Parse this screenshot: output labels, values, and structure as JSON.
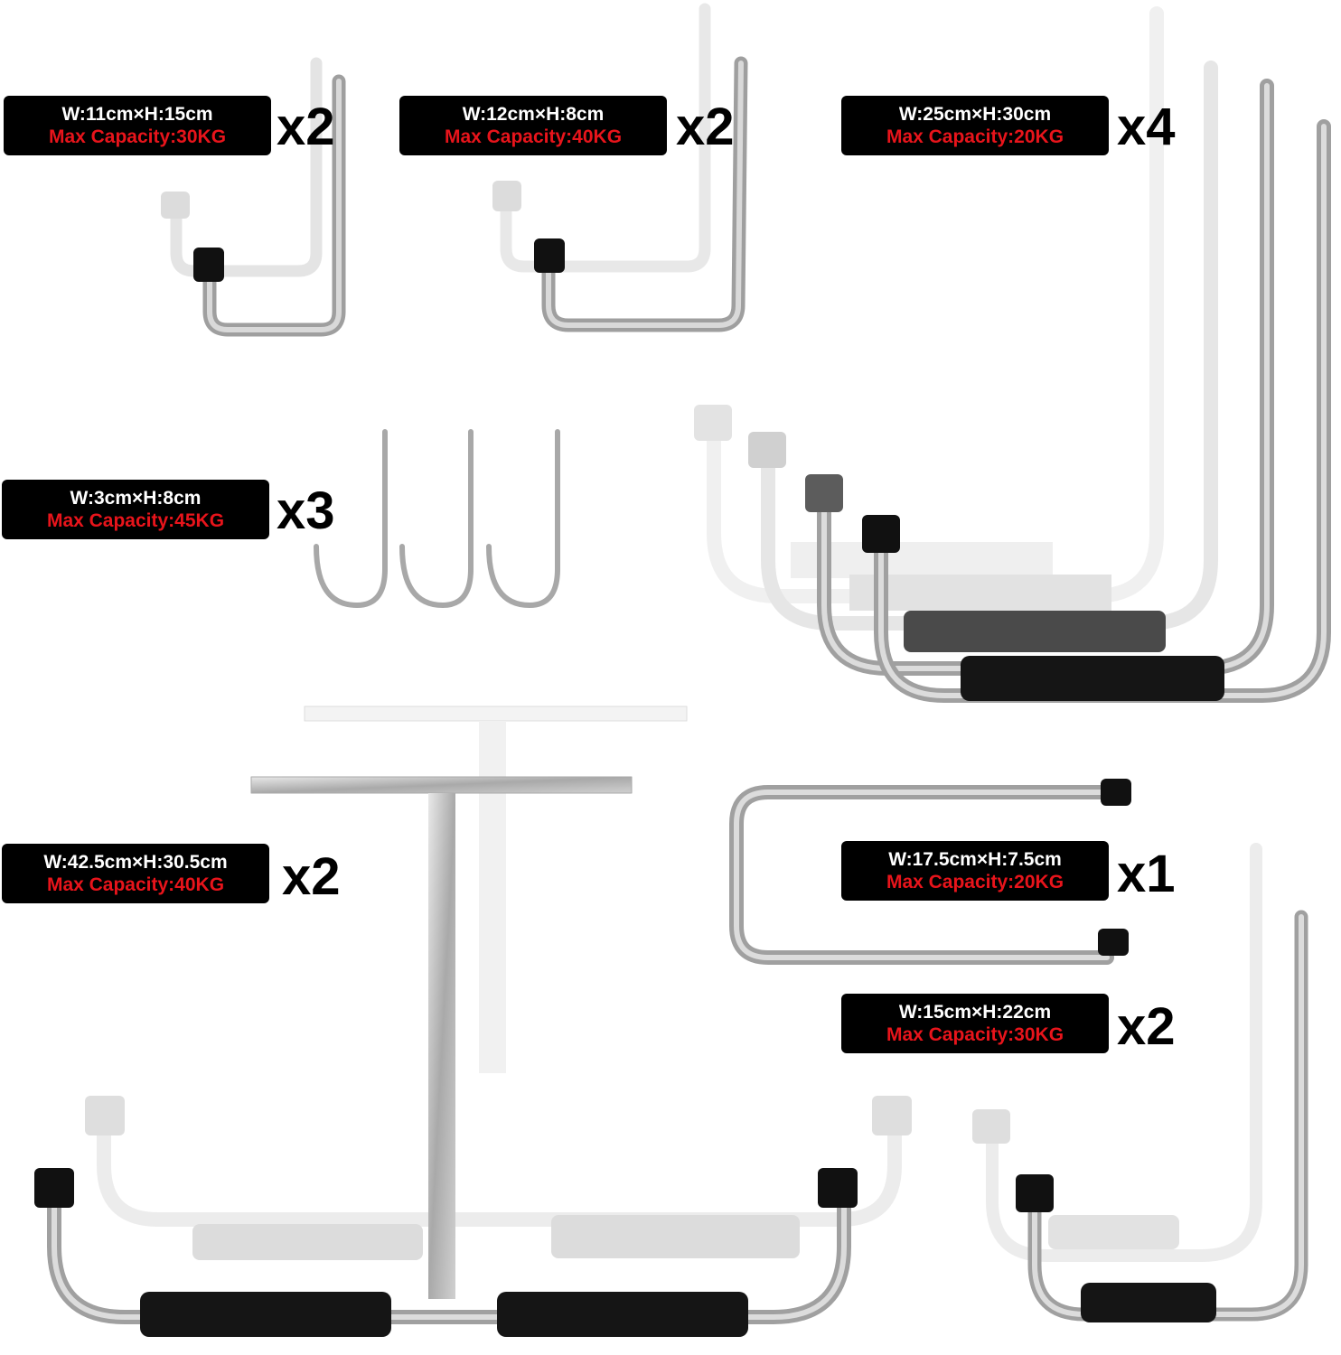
{
  "colors": {
    "label_bg": "#000000",
    "dimension_text": "#ffffff",
    "capacity_text": "#e8141b",
    "quantity_text": "#000000"
  },
  "items": [
    {
      "dimensions": "W:11cm×H:15cm",
      "capacity": "Max Capacity:30KG",
      "quantity": "x2"
    },
    {
      "dimensions": "W:12cm×H:8cm",
      "capacity": "Max Capacity:40KG",
      "quantity": "x2"
    },
    {
      "dimensions": "W:25cm×H:30cm",
      "capacity": "Max Capacity:20KG",
      "quantity": "x4"
    },
    {
      "dimensions": "W:3cm×H:8cm",
      "capacity": "Max Capacity:45KG",
      "quantity": "x3"
    },
    {
      "dimensions": "W:42.5cm×H:30.5cm",
      "capacity": "Max Capacity:40KG",
      "quantity": "x2"
    },
    {
      "dimensions": "W:17.5cm×H:7.5cm",
      "capacity": "Max Capacity:20KG",
      "quantity": "x1"
    },
    {
      "dimensions": "W:15cm×H:22cm",
      "capacity": "Max Capacity:30KG",
      "quantity": "x2"
    }
  ]
}
